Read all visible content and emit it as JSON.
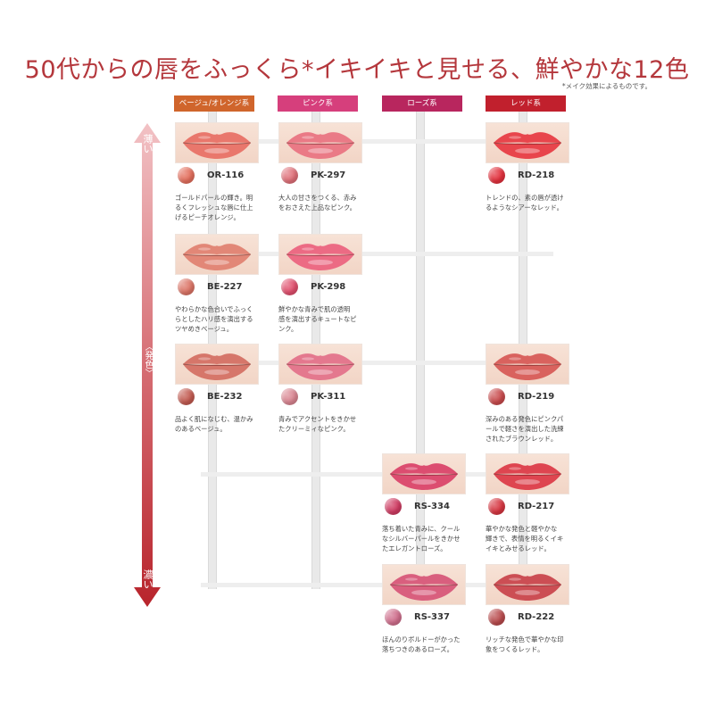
{
  "title": "50代からの唇をふっくら*イキイキと見せる、鮮やかな12色",
  "note": "*メイク効果によるものです。",
  "categories": [
    {
      "label": "ベージュ/オレンジ系",
      "color": "#d0652c"
    },
    {
      "label": "ピンク系",
      "color": "#d63f7c"
    },
    {
      "label": "ローズ系",
      "color": "#b8265e"
    },
    {
      "label": "レッド系",
      "color": "#c1202d"
    }
  ],
  "scale": {
    "light": "薄い",
    "middle": "〈発色〉",
    "dark": "濃い"
  },
  "products": [
    {
      "code": "OR-116",
      "color": "#e36e5c",
      "lip": "#e9776c",
      "desc": "ゴールドパールの輝き。明\nるくフレッシュな唇に仕上\nげるピーチオレンジ。"
    },
    {
      "code": "PK-297",
      "color": "#df6f78",
      "lip": "#ea7a86",
      "desc": "大人の甘さをつくる、赤み\nをおさえた上品なピンク。"
    },
    {
      "code": "RD-218",
      "color": "#e2303c",
      "lip": "#e8454c",
      "desc": "トレンドの、素の唇が透け\nるようなシアーなレッド。"
    },
    {
      "code": "BE-227",
      "color": "#dc7466",
      "lip": "#e28777",
      "desc": "やわらかな色合いでふっく\nらとしたハリ感を演出する\nツヤめきベージュ。"
    },
    {
      "code": "PK-298",
      "color": "#e04f6d",
      "lip": "#ec6b84",
      "desc": "鮮やかな青みで肌の透明\n感を演出するキュートなピ\nンク。"
    },
    {
      "code": "BE-232",
      "color": "#c25a50",
      "lip": "#d6766a",
      "desc": "品よく肌になじむ、温かみ\nのあるベージュ。"
    },
    {
      "code": "PK-311",
      "color": "#d98591",
      "lip": "#e4788e",
      "desc": "青みでアクセントをきかせ\nたクリーミィなピンク。"
    },
    {
      "code": "RD-219",
      "color": "#c84a4c",
      "lip": "#d9625e",
      "desc": "深みのある発色にピンクパ\nールで軽さを演出した洗練\nされたブラウンレッド。"
    },
    {
      "code": "RS-334",
      "color": "#cf3b62",
      "lip": "#dc4d70",
      "desc": "落ち着いた青みに、クール\nなシルバーパールをきかせ\nたエレガントローズ。"
    },
    {
      "code": "RD-217",
      "color": "#d63540",
      "lip": "#de4550",
      "desc": "華やかな発色と軽やかな\n輝きで、表情を明るくイキ\nイキとみせるレッド。"
    },
    {
      "code": "RS-337",
      "color": "#cf6e8c",
      "lip": "#d95f7e",
      "desc": "ほんのりボルドーがかった\n落ちつきのあるローズ。"
    },
    {
      "code": "RD-222",
      "color": "#b84a4c",
      "lip": "#cc4e54",
      "desc": "リッチな発色で華やかな印\n象をつくるレッド。"
    }
  ]
}
